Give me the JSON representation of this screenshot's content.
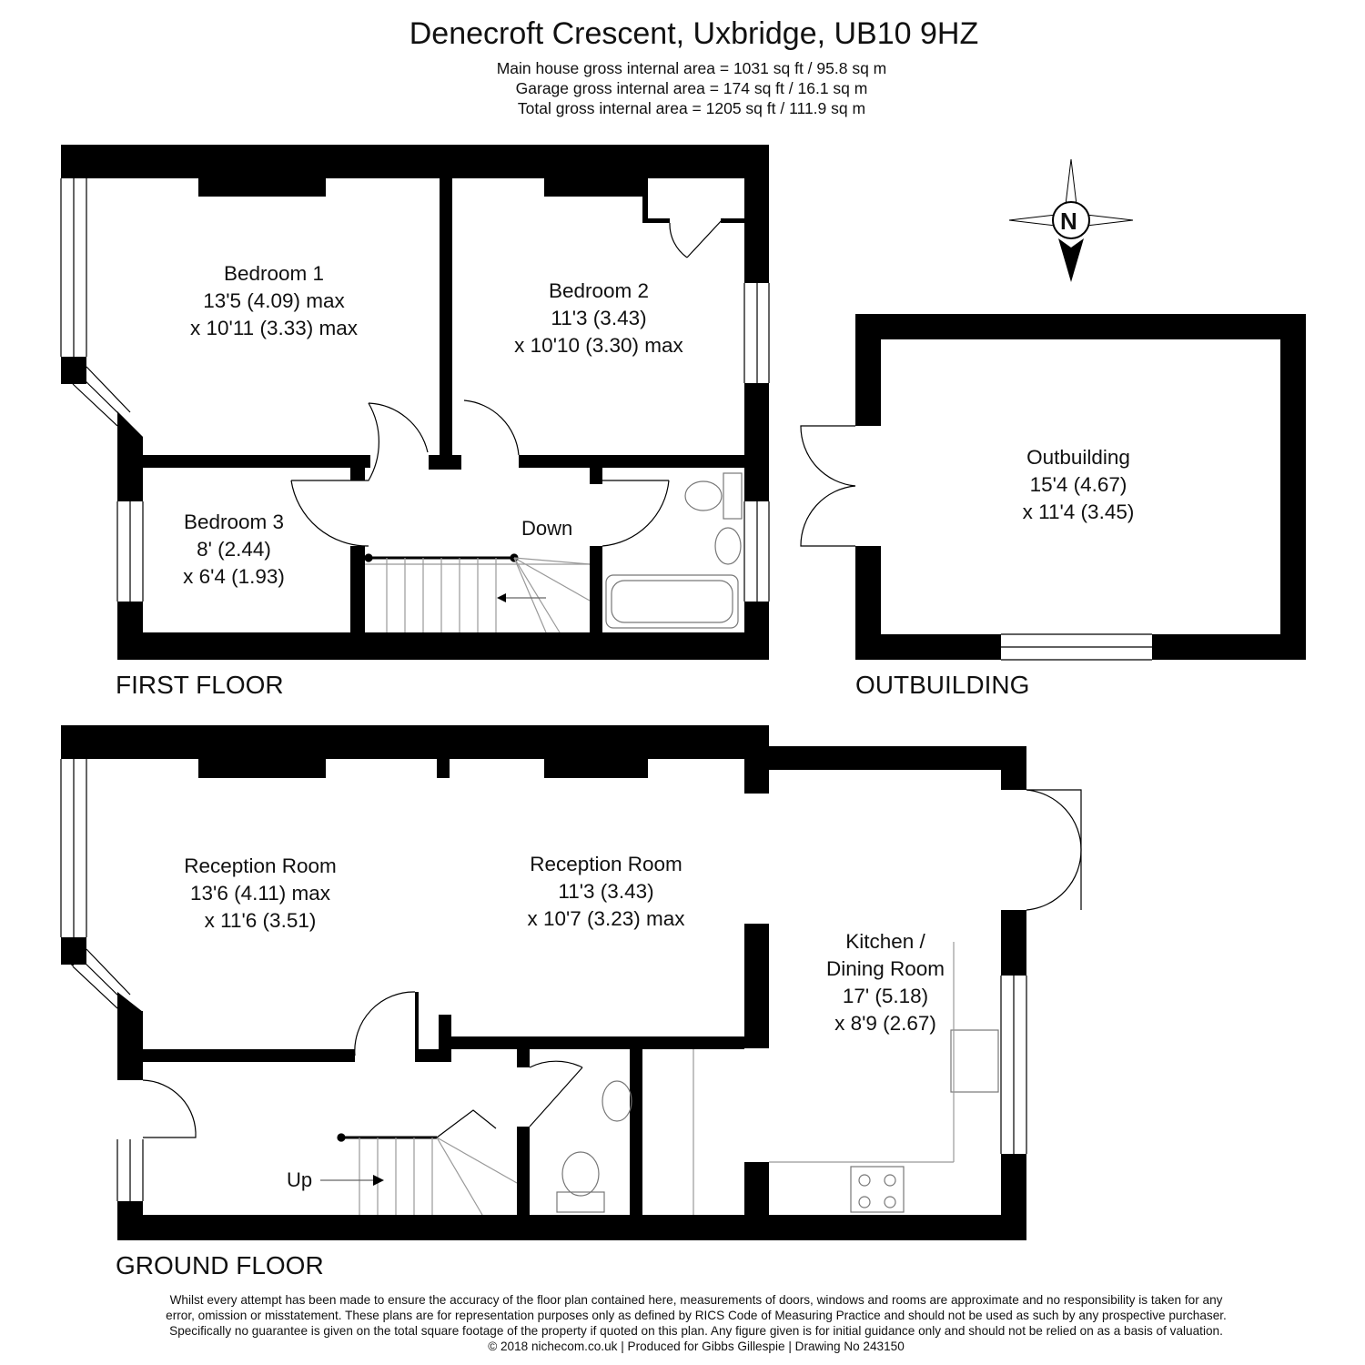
{
  "header": {
    "title": "Denecroft Crescent, Uxbridge, UB10 9HZ",
    "areas": [
      "Main house gross internal area =  1031 sq ft / 95.8 sq m",
      "Garage gross internal area = 174 sq ft / 16.1 sq m",
      "Total gross internal area =  1205 sq ft / 111.9 sq m"
    ]
  },
  "compass": {
    "label": "N"
  },
  "floors": {
    "first": "FIRST FLOOR",
    "outbuilding": "OUTBUILDING",
    "ground": "GROUND FLOOR"
  },
  "rooms": {
    "bedroom1": {
      "name": "Bedroom 1",
      "dim1": "13'5 (4.09) max",
      "dim2": "x 10'11 (3.33) max"
    },
    "bedroom2": {
      "name": "Bedroom 2",
      "dim1": "11'3 (3.43)",
      "dim2": "x 10'10 (3.30) max"
    },
    "bedroom3": {
      "name": "Bedroom 3",
      "dim1": "8' (2.44)",
      "dim2": "x 6'4 (1.93)"
    },
    "outbuilding": {
      "name": "Outbuilding",
      "dim1": "15'4 (4.67)",
      "dim2": "x 11'4 (3.45)"
    },
    "reception1": {
      "name": "Reception Room",
      "dim1": "13'6 (4.11) max",
      "dim2": "x 11'6 (3.51)"
    },
    "reception2": {
      "name": "Reception Room",
      "dim1": "11'3 (3.43)",
      "dim2": "x 10'7 (3.23) max"
    },
    "kitchen": {
      "name1": "Kitchen /",
      "name2": "Dining Room",
      "dim1": "17' (5.18)",
      "dim2": "x 8'9 (2.67)"
    }
  },
  "stairs": {
    "down": "Down",
    "up": "Up"
  },
  "disclaimer": [
    "Whilst every attempt has been made to ensure the accuracy of the floor plan contained here, measurements of doors, windows and rooms are approximate and no responsibility is taken for any",
    "error, omission or misstatement. These plans are for representation purposes only as defined by RICS Code of Measuring Practice and should not be used as such by any prospective purchaser.",
    "Specifically no guarantee is given on the total square footage of the property if quoted on this plan. Any figure given is for initial guidance only and should not be relied on as a basis of valuation.",
    "© 2018 nichecom.co.uk  |  Produced for Gibbs Gillespie  |  Drawing No 243150"
  ]
}
